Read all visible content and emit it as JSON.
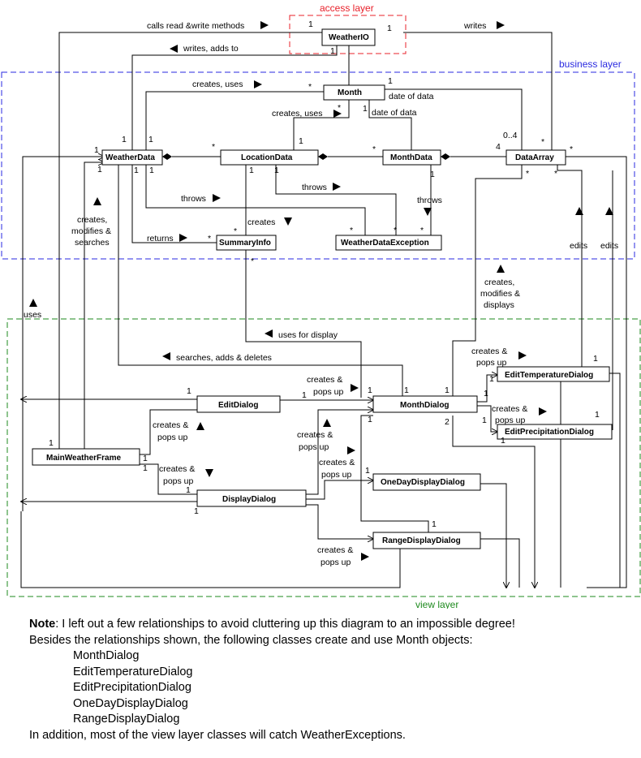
{
  "layers": {
    "access": {
      "label": "access layer",
      "color": "#e8202a"
    },
    "business": {
      "label": "business layer",
      "color": "#2a2ae0"
    },
    "view": {
      "label": "view layer",
      "color": "#1e8a1e"
    }
  },
  "classes": {
    "weatherio": "WeatherIO",
    "month": "Month",
    "weatherdata": "WeatherData",
    "locationdata": "LocationData",
    "monthdata": "MonthData",
    "dataarray": "DataArray",
    "summaryinfo": "SummaryInfo",
    "weatherdataexception": "WeatherDataException",
    "editdialog": "EditDialog",
    "monthdialog": "MonthDialog",
    "edittemperaturedialog": "EditTemperatureDialog",
    "editprecipitationdialog": "EditPrecipitationDialog",
    "mainweatherframe": "MainWeatherFrame",
    "displaydialog": "DisplayDialog",
    "onedaydisplaydialog": "OneDayDisplayDialog",
    "rangedisplaydialog": "RangeDisplayDialog"
  },
  "relations": {
    "calls_read_write": "calls read &write methods",
    "writes": "writes",
    "writes_adds_to": "writes, adds to",
    "creates_uses_1": "creates, uses",
    "creates_uses_2": "creates, uses",
    "date_of_data_1": "date of data",
    "date_of_data_2": "date of data",
    "throws_1": "throws",
    "throws_2": "throws",
    "throws_3": "throws",
    "creates": "creates",
    "returns": "returns",
    "creates_modifies_searches": [
      "creates,",
      "modifies &",
      "searches"
    ],
    "creates_modifies_displays": [
      "creates,",
      "modifies &",
      "displays"
    ],
    "edits_1": "edits",
    "edits_2": "edits",
    "uses": "uses",
    "uses_for_display": "uses for display",
    "searches_adds_deletes": "searches, adds & deletes",
    "creates_pops_up": [
      "creates &",
      "pops up"
    ]
  },
  "multiplicities": {
    "one": "1",
    "many": "*",
    "two": "2",
    "zero_four": "0..4",
    "four": "4"
  },
  "note": {
    "label": "Note",
    "line1": ": I left out a few relationships to avoid cluttering up this diagram to an impossible degree!",
    "line2": "Besides the relationships shown, the following classes create and use Month objects:",
    "items": [
      "MonthDialog",
      "EditTemperatureDialog",
      "EditPrecipitationDialog",
      "OneDayDisplayDialog",
      "RangeDisplayDialog"
    ],
    "line3": "In addition, most of the view layer classes will catch WeatherExceptions."
  }
}
